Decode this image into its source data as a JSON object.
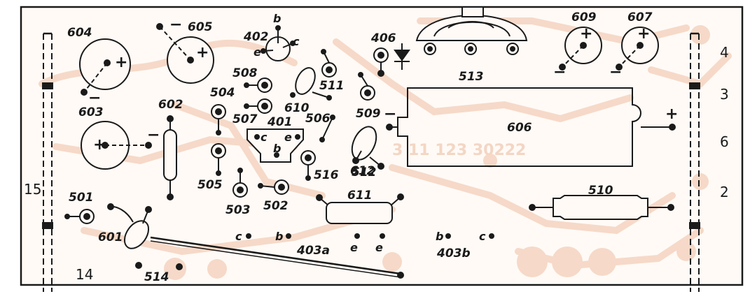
{
  "colors": {
    "background": "#ffffff",
    "board": "#fffaf6",
    "trace": "#f6d9c8",
    "ink": "#1a1a1a"
  },
  "board_text": "3 11 123 30222",
  "edge_labels": {
    "e4": "4",
    "e3": "3",
    "e6": "6",
    "e2": "2",
    "e15": "15",
    "e14": "14"
  },
  "labels": {
    "c604": "604",
    "c605": "605",
    "c603": "603",
    "c609": "609",
    "c607": "607",
    "c602": "602",
    "c606": "606",
    "c601": "601",
    "c610": "610",
    "c611": "611",
    "c612": "612",
    "t401": "401",
    "t402": "402",
    "t403a": "403a",
    "t403b": "403b",
    "r501": "501",
    "r502": "502",
    "r503": "503",
    "r504": "504",
    "r505": "505",
    "r506": "506",
    "r507": "507",
    "r508": "508",
    "r509": "509",
    "r510": "510",
    "r511": "511",
    "r512": "512",
    "r513": "513",
    "r514": "514",
    "r516": "516",
    "d406": "406"
  },
  "pins": {
    "b": "b",
    "c": "c",
    "e": "e",
    "plus": "+",
    "minus": "−"
  }
}
